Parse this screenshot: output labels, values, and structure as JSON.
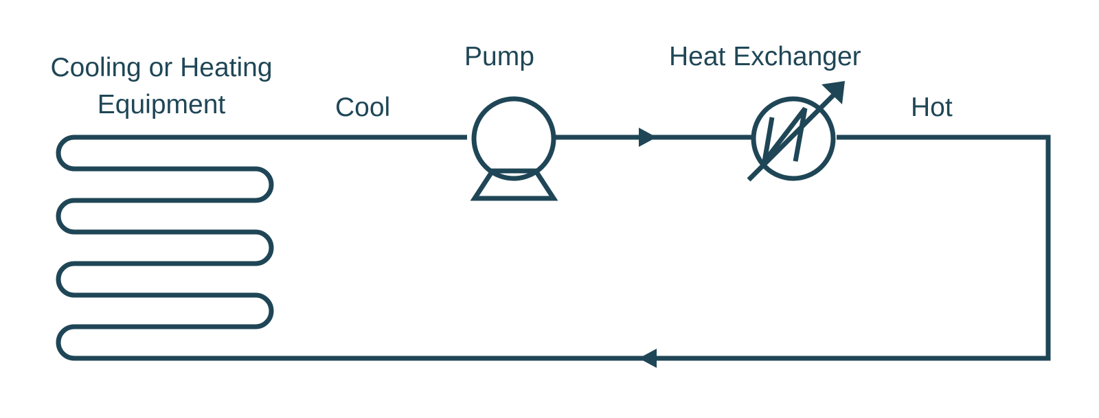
{
  "colors": {
    "ink": "#1f4656",
    "background": "#ffffff"
  },
  "labels": {
    "equipment_line1": "Cooling or Heating",
    "equipment_line2": "Equipment",
    "cool": "Cool",
    "pump": "Pump",
    "heat_exchanger": "Heat Exchanger",
    "hot": "Hot"
  },
  "flow": {
    "supply_direction": "right",
    "return_direction": "left"
  }
}
